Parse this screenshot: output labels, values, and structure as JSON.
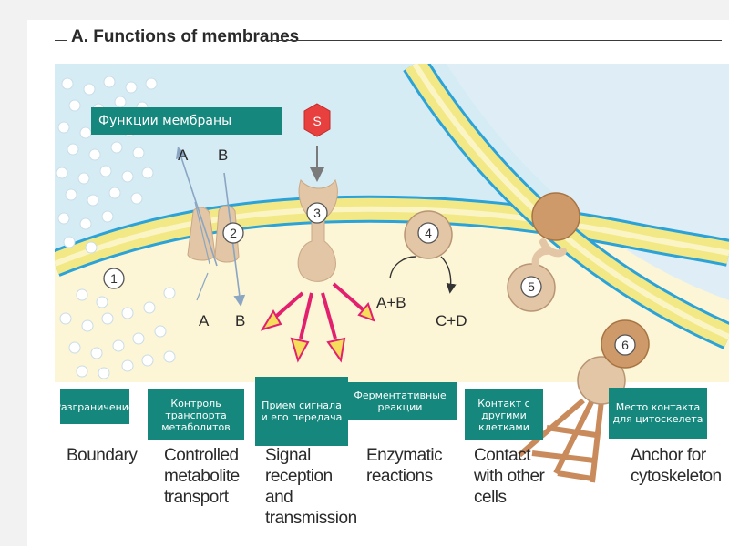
{
  "figure": {
    "title": "A. Functions of membranes",
    "banner": "Функции мембраны",
    "signal_letter": "S",
    "numbers": [
      "1",
      "2",
      "3",
      "4",
      "5",
      "6"
    ],
    "transport_letters": {
      "a_top": "A",
      "b_top": "B",
      "a_bottom": "A",
      "b_bottom": "B"
    },
    "reaction": {
      "substrates": "A+B",
      "products": "C+D"
    }
  },
  "functions": [
    {
      "ru": "Разграничение",
      "en": "Boundary"
    },
    {
      "ru": "Контроль транспорта метаболитов",
      "en": "Controlled metabolite transport"
    },
    {
      "ru": "Прием сигнала и его передача",
      "en": "Signal reception and transmission"
    },
    {
      "ru": "Ферментативные реакции",
      "en": "Enzymatic reactions"
    },
    {
      "ru": "Контакт с другими клетками",
      "en": "Contact with other cells"
    },
    {
      "ru": "Место контакта для цитоскелета",
      "en": "Anchor for cytoskeleton"
    }
  ],
  "colors": {
    "extracellular": "#d5ecf5",
    "cytoplasm": "#fcf5d6",
    "membrane_edge": "#2ba2d8",
    "membrane_core": "#f2e986",
    "protein": "#e2c6a5",
    "cell": "#cf9a6a",
    "arrow": "#e2206e",
    "arrow_fill": "#f6de5c",
    "tag": "#16877d"
  }
}
